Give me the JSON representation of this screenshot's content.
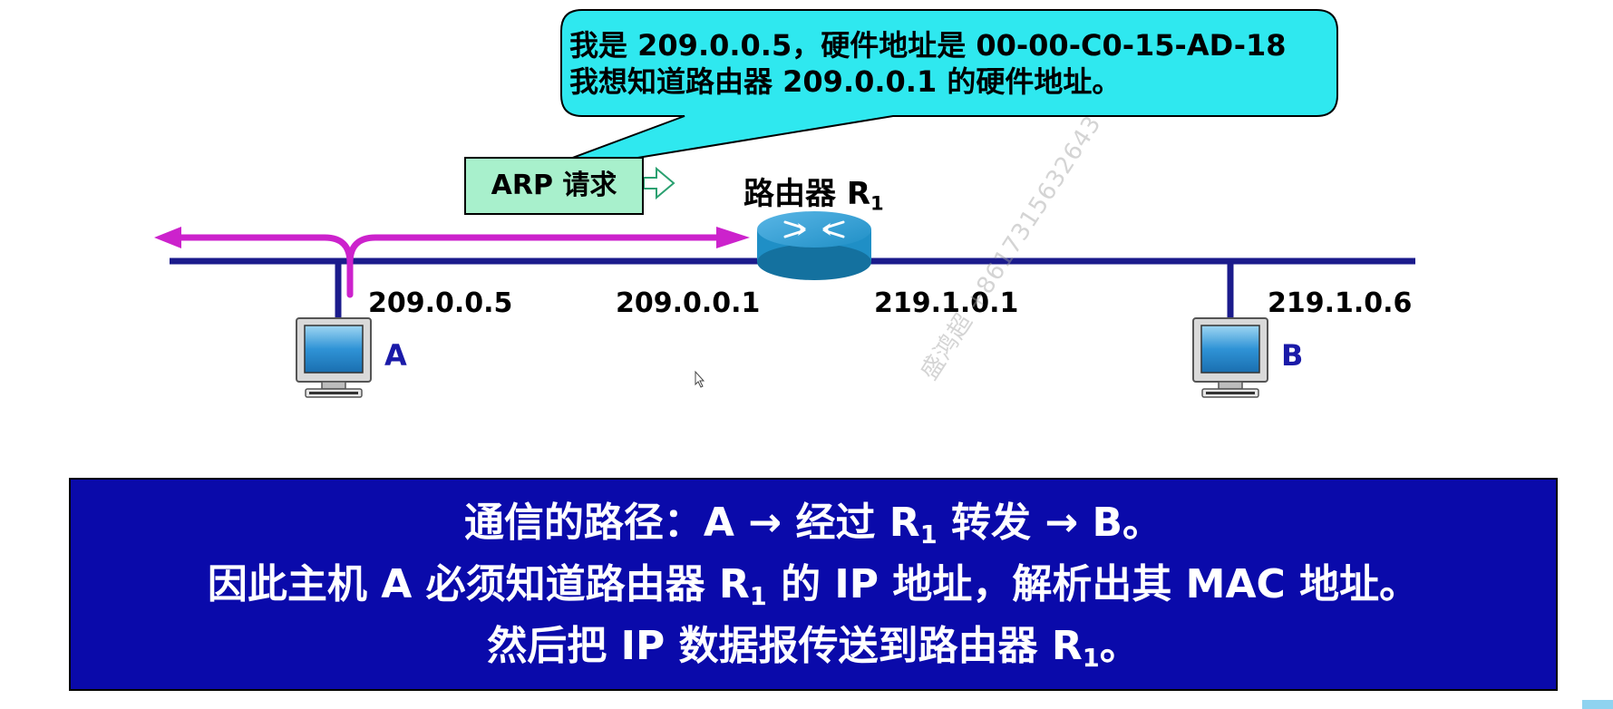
{
  "callout": {
    "line1": "我是 209.0.0.5，硬件地址是 00-00-C0-15-AD-18",
    "line2": "我想知道路由器 209.0.0.1 的硬件地址。"
  },
  "arp_request": {
    "label": "ARP 请求"
  },
  "router": {
    "label": "路由器 R",
    "subscript": "1"
  },
  "addresses": {
    "host_a_ip": "209.0.0.5",
    "router_left_ip": "209.0.0.1",
    "router_right_ip": "219.1.0.1",
    "host_b_ip": "219.1.0.6"
  },
  "hosts": {
    "a": "A",
    "b": "B"
  },
  "watermark": {
    "name": "盛鸿超",
    "phone": "+8617315632643"
  },
  "banner": {
    "line1": {
      "pre": "通信的路径：A → 经过 R",
      "sub": "1",
      "post": " 转发 → B。"
    },
    "line2": {
      "pre": "因此主机 A 必须知道路由器 R",
      "sub": "1",
      "post": " 的 IP 地址，解析出其 MAC 地址。"
    },
    "line3": {
      "pre": "然后把 IP 数据报传送到路由器 R",
      "sub": "1",
      "post": "。"
    }
  },
  "colors": {
    "network_line": "#1b1b8c",
    "broadcast_arrow": "#cc22cc",
    "callout_fill": "#2fe8ef",
    "arp_box_fill": "#a8f0cc",
    "router_fill": "#1f8fc6",
    "banner_fill": "#0a0aaa",
    "host_label": "#1a1aa8"
  }
}
